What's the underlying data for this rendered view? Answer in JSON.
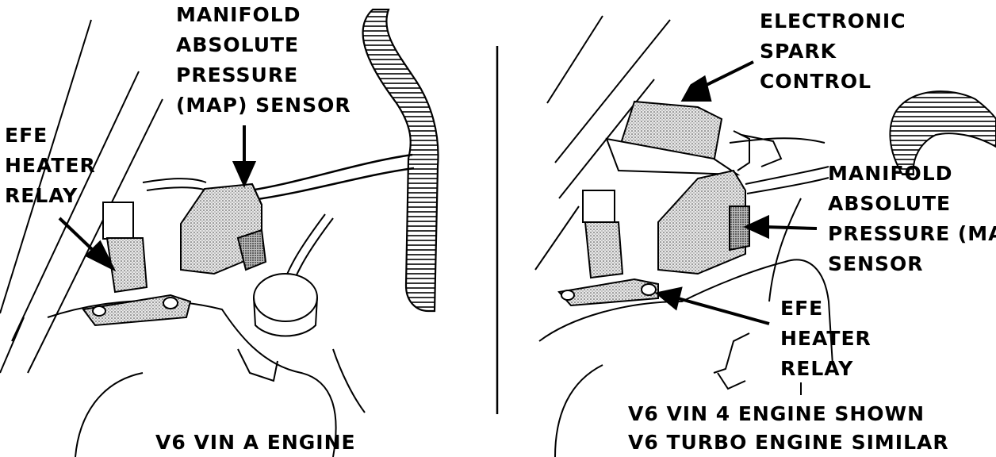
{
  "left_panel": {
    "map_label": [
      "MANIFOLD",
      "ABSOLUTE",
      "PRESSURE",
      "(MAP) SENSOR"
    ],
    "efe_label": [
      "EFE",
      "HEATER",
      "RELAY"
    ],
    "caption": "V6 VIN A ENGINE"
  },
  "right_panel": {
    "esc_label": [
      "ELECTRONIC",
      "SPARK",
      "CONTROL"
    ],
    "map_label": [
      "MANIFOLD",
      "ABSOLUTE",
      "PRESSURE (MAP)",
      "SENSOR"
    ],
    "efe_label": [
      "EFE",
      "HEATER",
      "RELAY"
    ],
    "caption_line1": "V6 VIN 4 ENGINE SHOWN",
    "caption_line2": "V6 TURBO ENGINE SIMILAR"
  }
}
